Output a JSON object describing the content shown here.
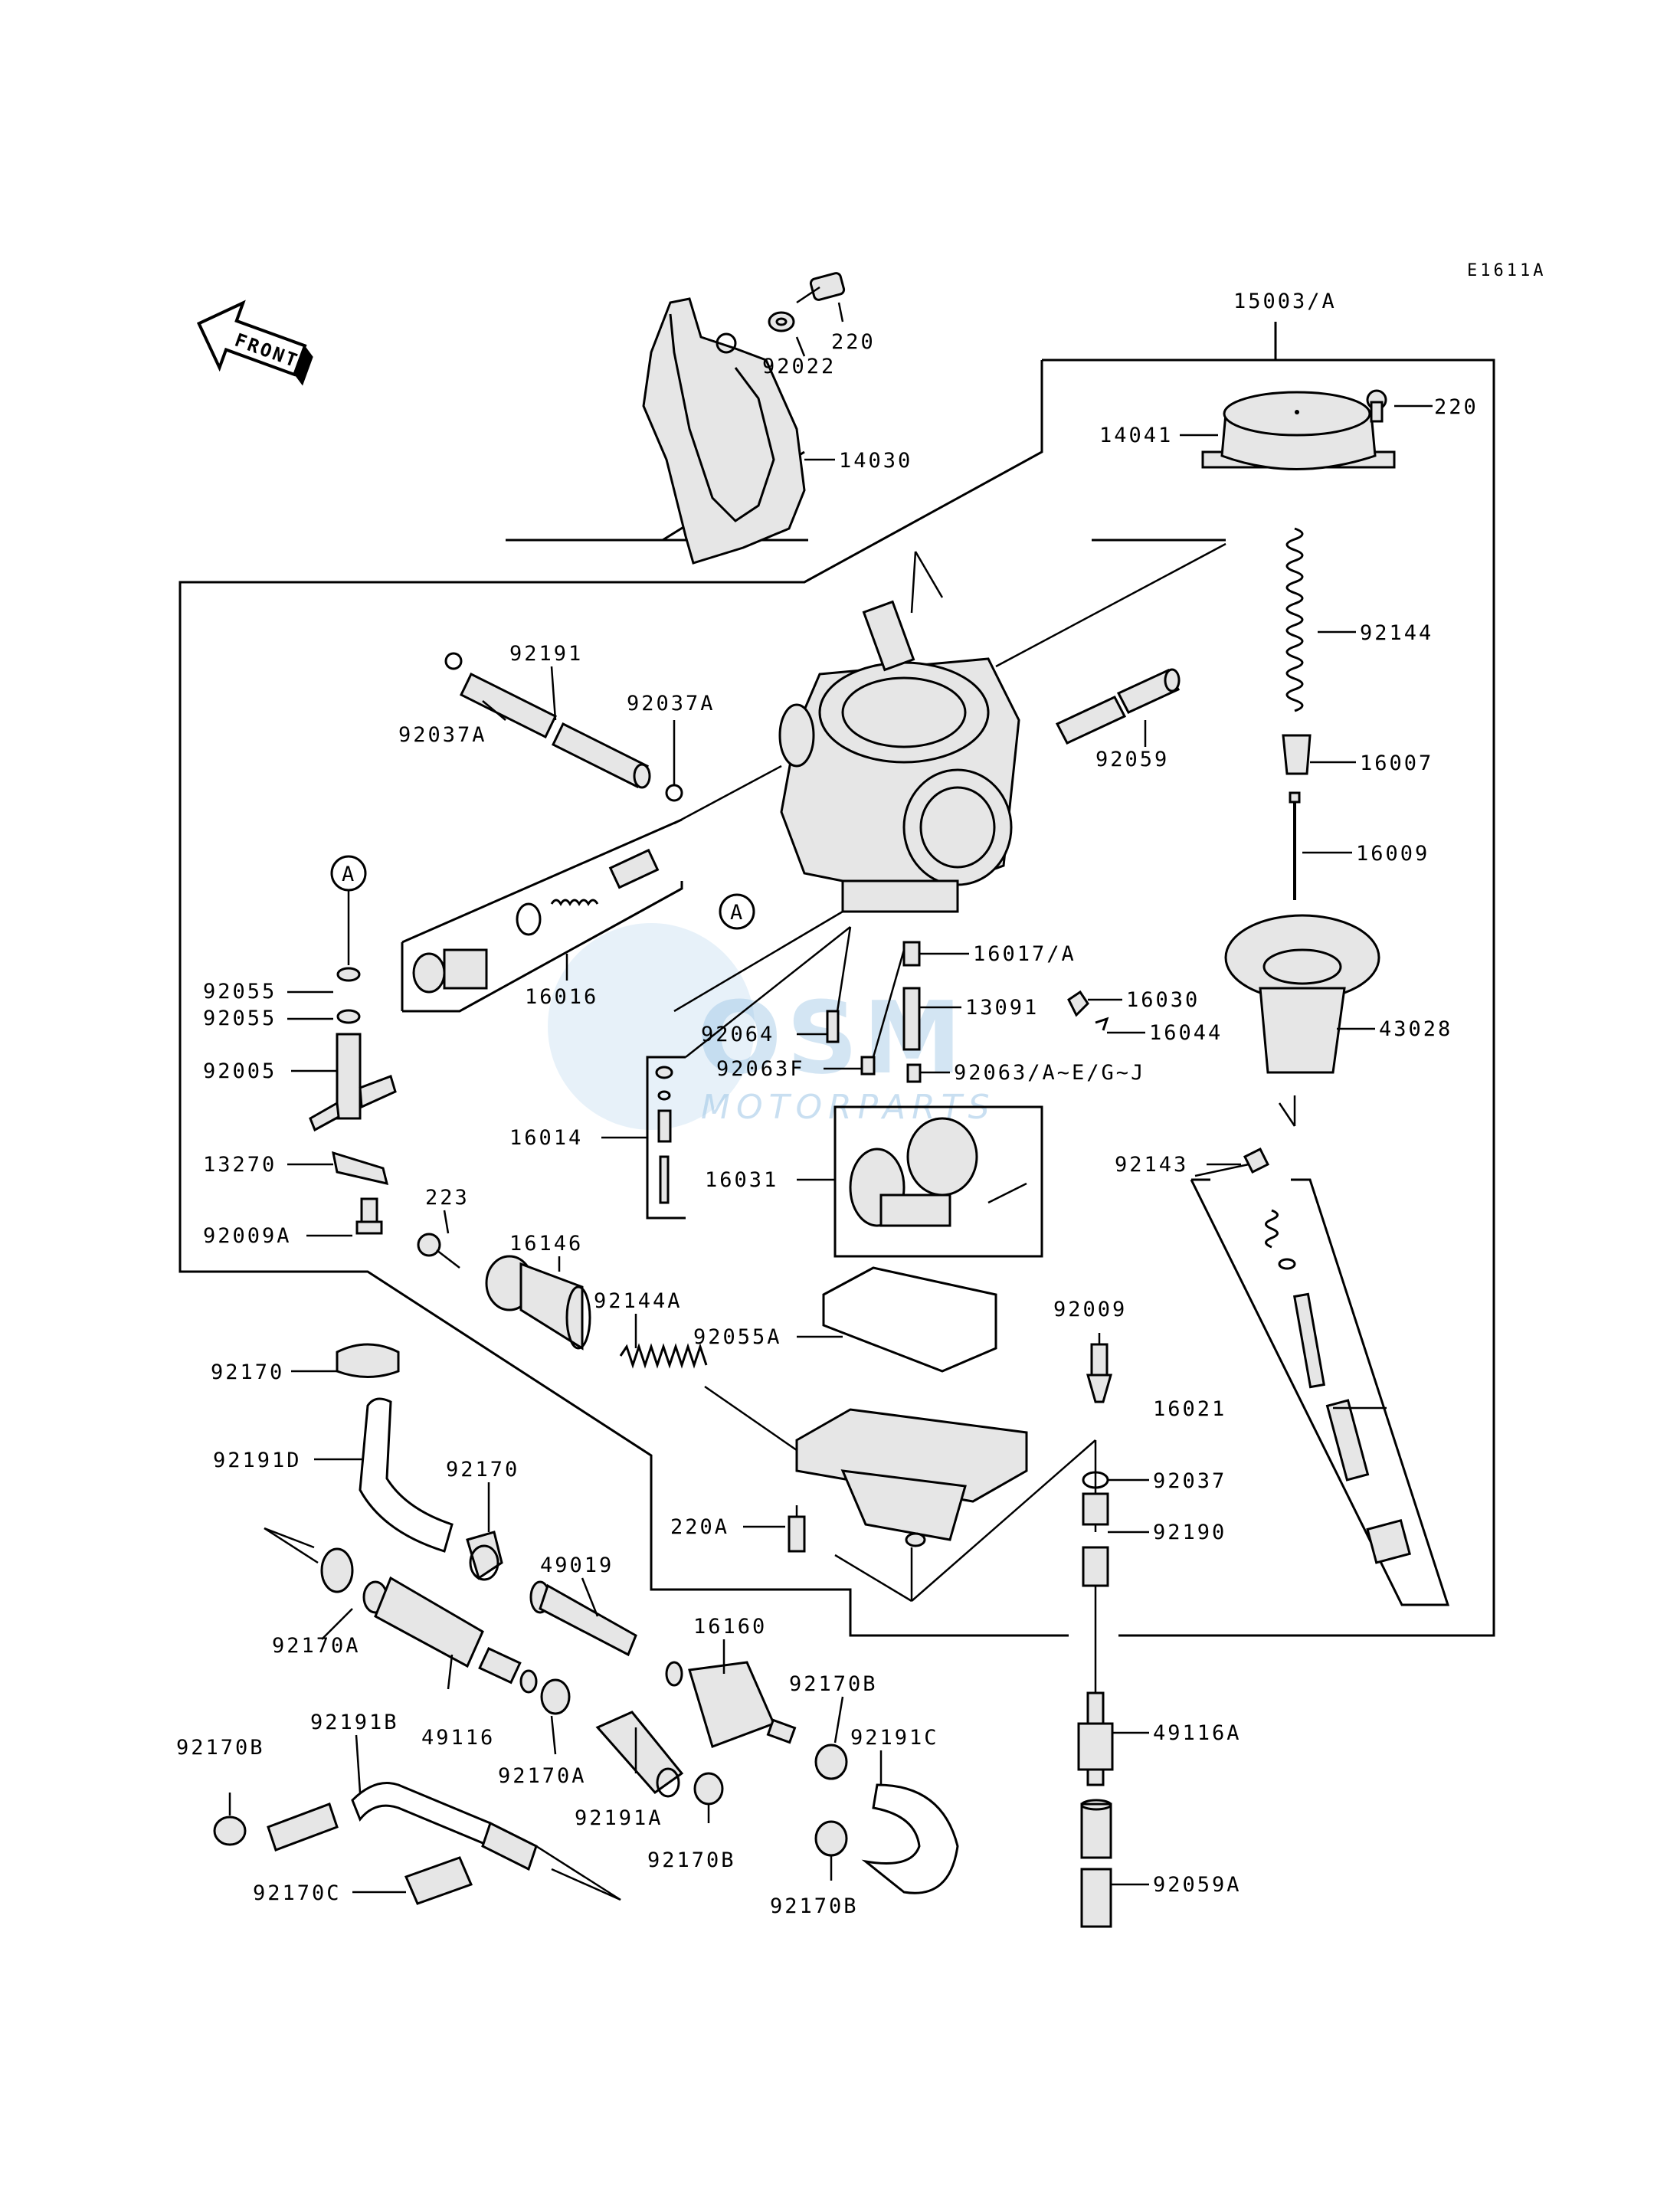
{
  "diagram_code": "E1611A",
  "front_arrow": {
    "label": "FRONT",
    "icon": "front-direction-arrow-icon"
  },
  "callout_letter": "A",
  "watermark": {
    "brand": "OSM",
    "sub": "MOTORPARTS",
    "color": "#9ec6e6"
  },
  "labels": {
    "l15003A": "15003/A",
    "l220_top": "220",
    "l92022": "92022",
    "l14030": "14030",
    "l220_right": "220",
    "l14041": "14041",
    "l92144": "92144",
    "l16007": "16007",
    "l16009": "16009",
    "l92191": "92191",
    "l92037A_l": "92037A",
    "l92037A_r": "92037A",
    "l92059": "92059",
    "l16016": "16016",
    "l92055_1": "92055",
    "l92055_2": "92055",
    "l92005": "92005",
    "l16017A": "16017/A",
    "l13091": "13091",
    "l92064": "92064",
    "l92063F": "92063F",
    "l92063AJ": "92063/A~E/G~J",
    "l16030": "16030",
    "l16044": "16044",
    "l43028": "43028",
    "l16014": "16014",
    "l13270": "13270",
    "l16031": "16031",
    "l92143": "92143",
    "l92009A": "92009A",
    "l223": "223",
    "l16146": "16146",
    "l92144A": "92144A",
    "l92055A": "92055A",
    "l92009": "92009",
    "l16021": "16021",
    "l92170_1": "92170",
    "l92191D": "92191D",
    "l92170_2": "92170",
    "l92037": "92037",
    "l220A": "220A",
    "l92190": "92190",
    "l49019": "49019",
    "l92170A_1": "92170A",
    "l16160": "16160",
    "l92170B_1": "92170B",
    "l49116A": "49116A",
    "l92191B": "92191B",
    "l49116": "49116",
    "l92191C": "92191C",
    "l92170B_2": "92170B",
    "l92170A_2": "92170A",
    "l92191A": "92191A",
    "l92170B_3": "92170B",
    "l92059A": "92059A",
    "l92170C": "92170C",
    "l92170B_4": "92170B"
  }
}
